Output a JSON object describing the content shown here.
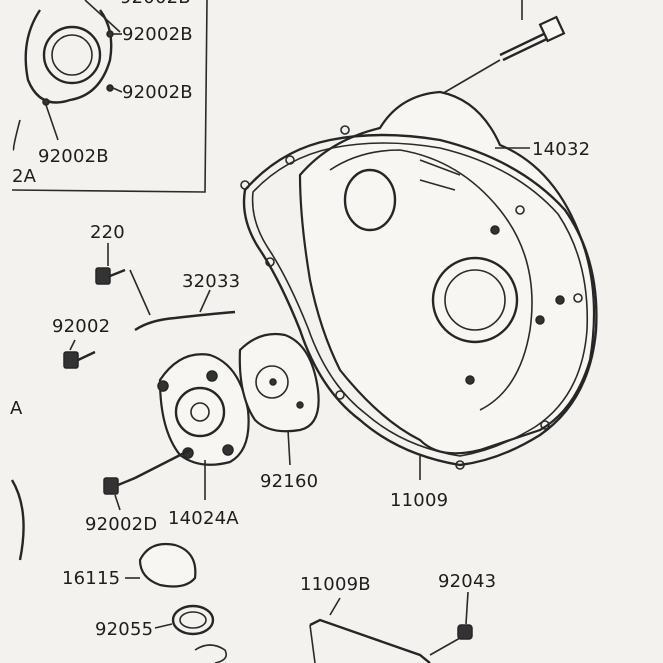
{
  "diagram": {
    "labels": [
      {
        "id": "lbl-92002B-a",
        "text": "92002B"
      },
      {
        "id": "lbl-92002B-b",
        "text": "92002B"
      },
      {
        "id": "lbl-92002B-c",
        "text": "92002B"
      },
      {
        "id": "lbl-2A",
        "text": "2A"
      },
      {
        "id": "lbl-A",
        "text": "A"
      },
      {
        "id": "lbl-220",
        "text": "220"
      },
      {
        "id": "lbl-32033",
        "text": "32033"
      },
      {
        "id": "lbl-92002",
        "text": "92002"
      },
      {
        "id": "lbl-14032",
        "text": "14032"
      },
      {
        "id": "lbl-92160",
        "text": "92160"
      },
      {
        "id": "lbl-11009",
        "text": "11009"
      },
      {
        "id": "lbl-92002D",
        "text": "92002D"
      },
      {
        "id": "lbl-14024A",
        "text": "14024A"
      },
      {
        "id": "lbl-16115",
        "text": "16115"
      },
      {
        "id": "lbl-92055",
        "text": "92055"
      },
      {
        "id": "lbl-11009B",
        "text": "11009B"
      },
      {
        "id": "lbl-92043",
        "text": "92043"
      }
    ]
  }
}
